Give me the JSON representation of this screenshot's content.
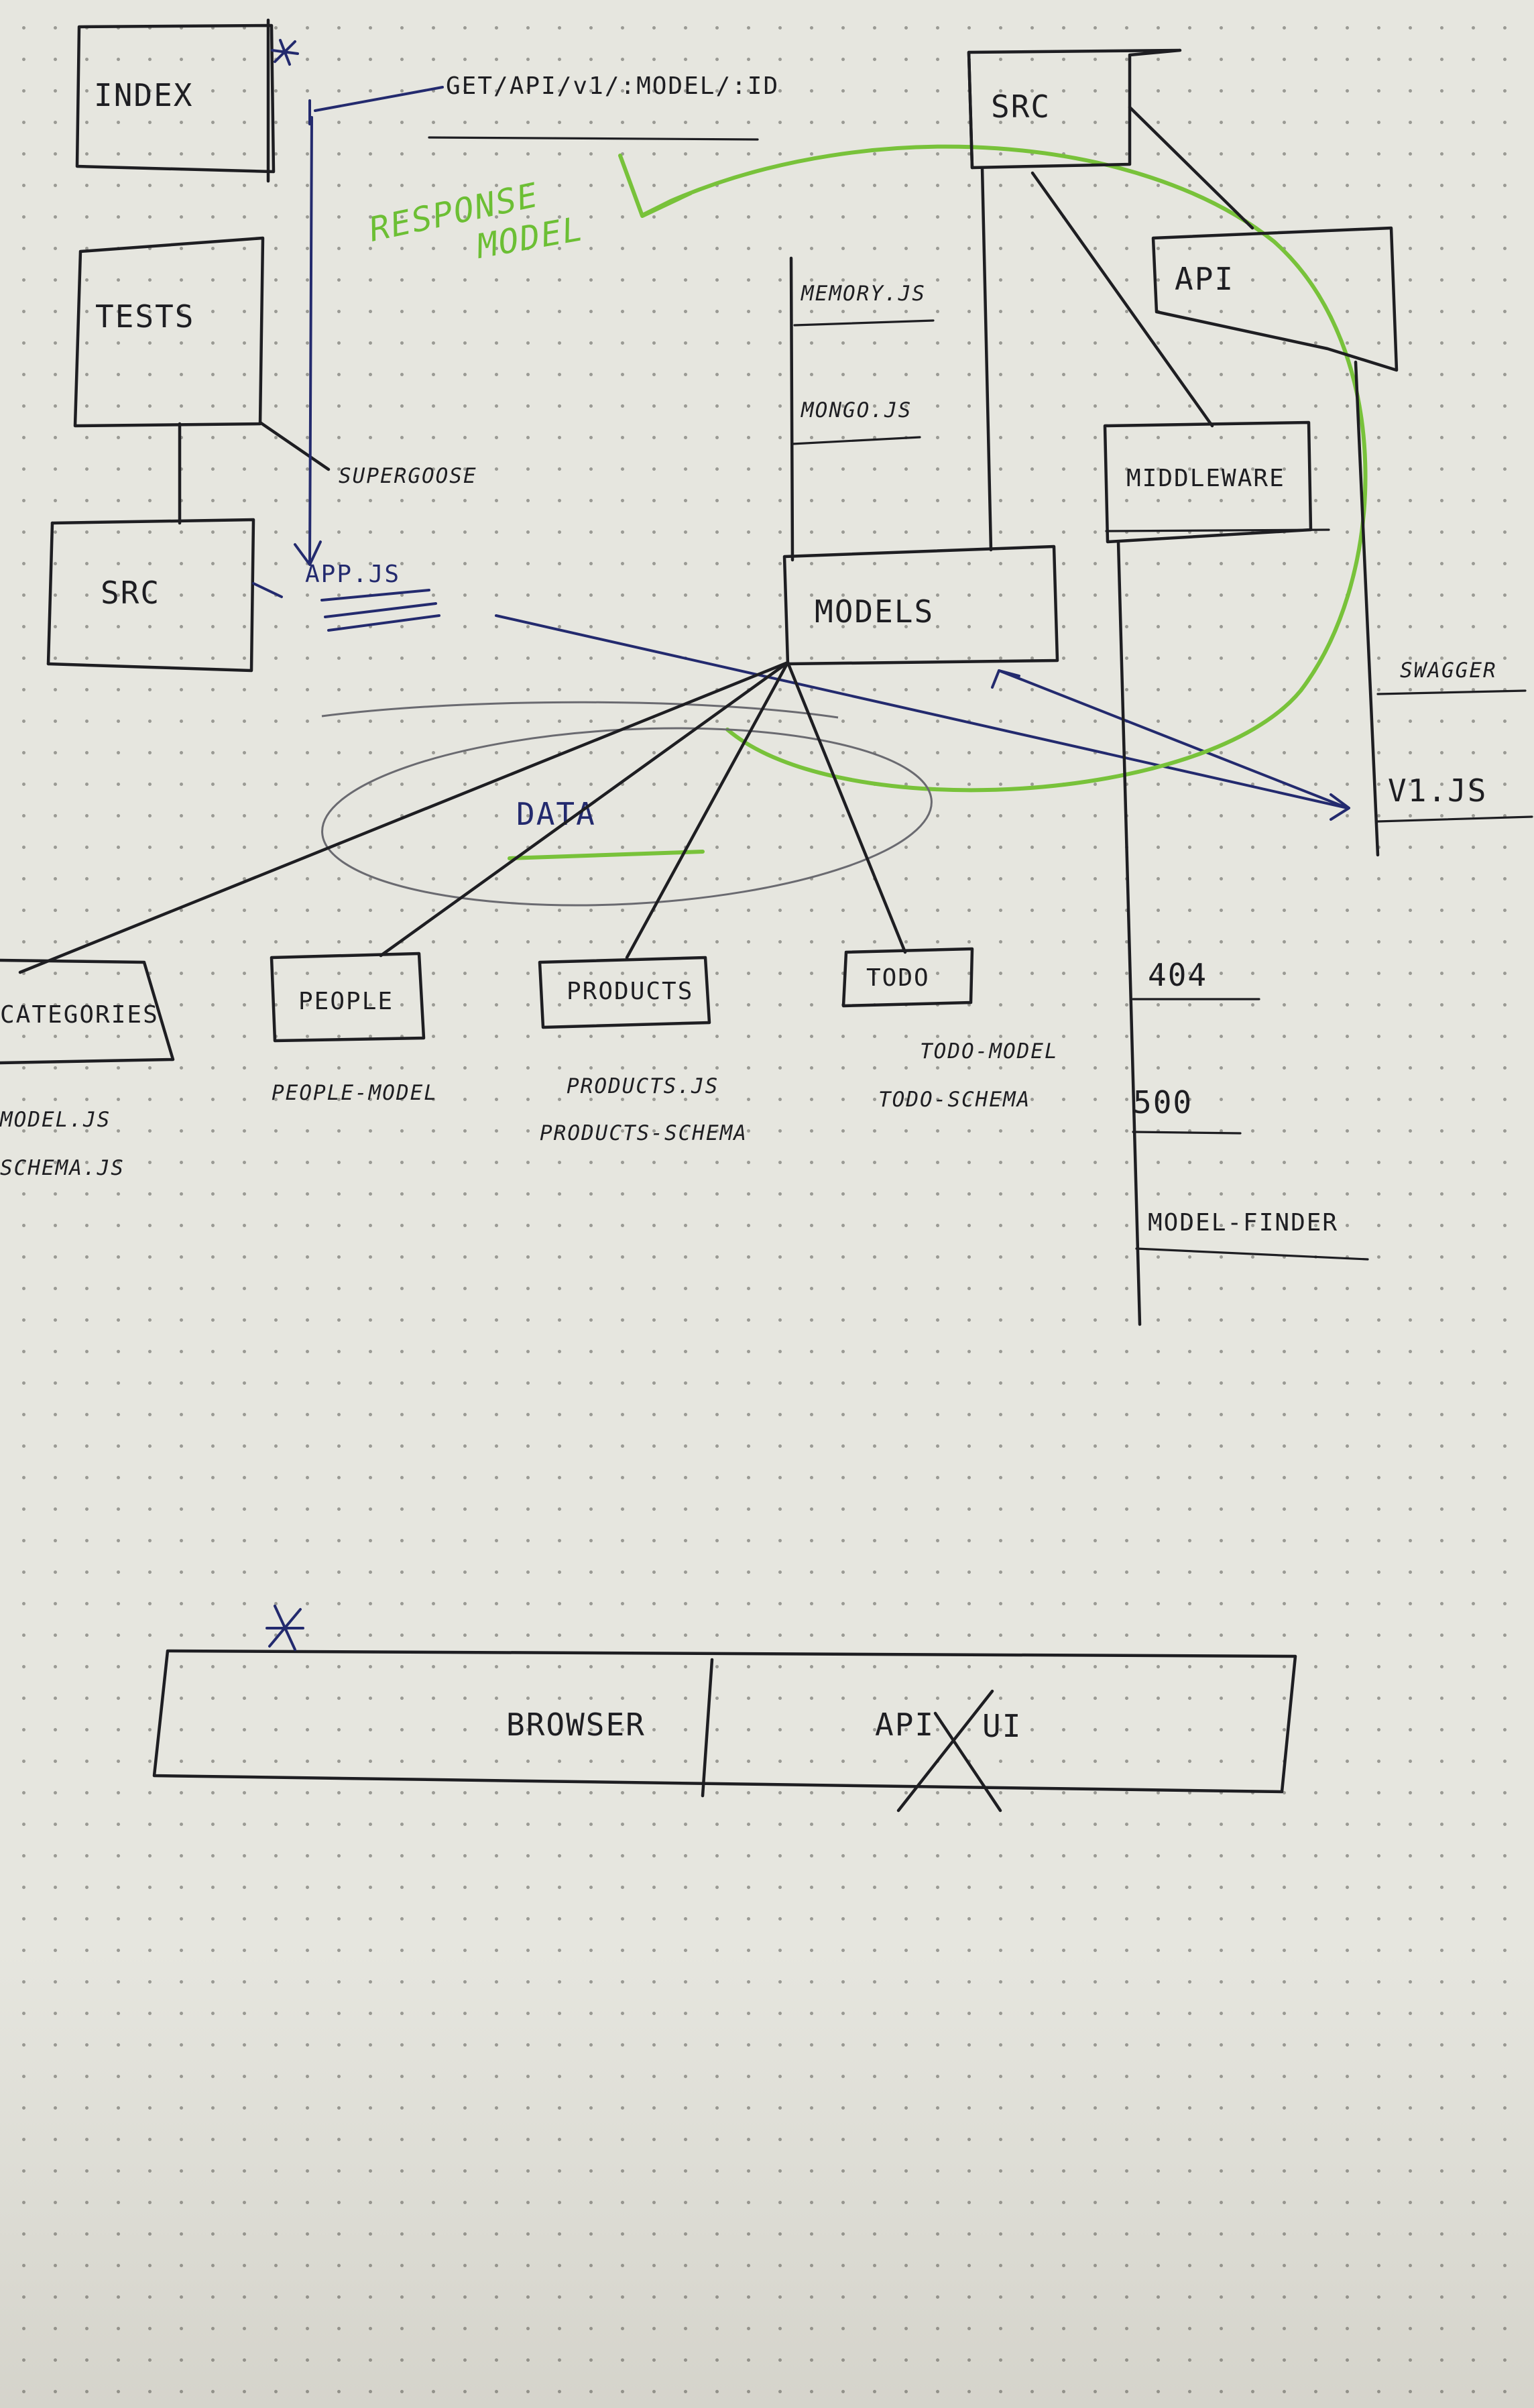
{
  "diagram": {
    "boxes": {
      "index": "INDEX",
      "tests": "TESTS",
      "src_left": "SRC",
      "src_top": "SRC",
      "api": "API",
      "middleware": "MIDDLEWARE",
      "models": "MODELS",
      "data": "DATA",
      "categories": "CATEGORIES",
      "people": "PEOPLE",
      "products": "PRODUCTS",
      "todo": "TODO"
    },
    "labels": {
      "request": "GET/API/v1/:MODEL/:ID",
      "response_line1": "RESPONSE",
      "response_line2": "MODEL",
      "supergoose": "SUPERGOOSE",
      "app_js": "APP.JS",
      "memory_js": "MEMORY.JS",
      "mongo_js": "MONGO.JS",
      "swagger": "SWAGGER",
      "v1_js": "V1.JS",
      "e404": "404",
      "e500": "500",
      "model_finder": "MODEL-FINDER"
    },
    "files": {
      "categories": [
        "MODEL.JS",
        "SCHEMA.JS"
      ],
      "people": [
        "PEOPLE-MODEL"
      ],
      "products": [
        "PRODUCTS.JS",
        "PRODUCTS-SCHEMA"
      ],
      "todo": [
        "TODO-MODEL",
        "TODO-SCHEMA"
      ]
    },
    "bottom_bar": {
      "left": "BROWSER",
      "right_struck": "API",
      "right": "UI"
    },
    "colors": {
      "ink": "#1e1e22",
      "blue_ink": "#232a6e",
      "green_marker": "#78c23a"
    }
  }
}
